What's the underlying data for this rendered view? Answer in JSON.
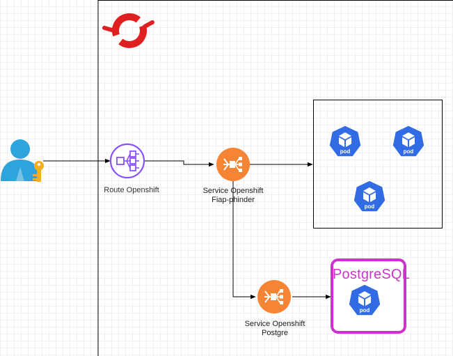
{
  "colors": {
    "openshift_red": "#e02020",
    "route_purple": "#8c4fff",
    "service_orange": "#f58534",
    "pod_blue": "#326ce5",
    "postgres_magenta": "#cc33cc",
    "user_blue": "#2fa4dc",
    "key_gold": "#f2b01e"
  },
  "nodes": {
    "route": {
      "label": "Route Openshift",
      "icon": "load-balancer-icon"
    },
    "service_app": {
      "label_line1": "Service Openshift",
      "label_line2": "Fiap-phinder",
      "icon": "service-icon"
    },
    "service_db": {
      "label_line1": "Service Openshift",
      "label_line2": "Postgre",
      "icon": "service-icon"
    },
    "postgres": {
      "title": "PostgreSQL"
    },
    "user": {
      "icon": "user-key-icon"
    },
    "openshift_logo": {
      "icon": "openshift-logo-icon"
    }
  },
  "pods": [
    {
      "label": "pod"
    },
    {
      "label": "pod"
    },
    {
      "label": "pod"
    },
    {
      "label": "pod"
    }
  ]
}
